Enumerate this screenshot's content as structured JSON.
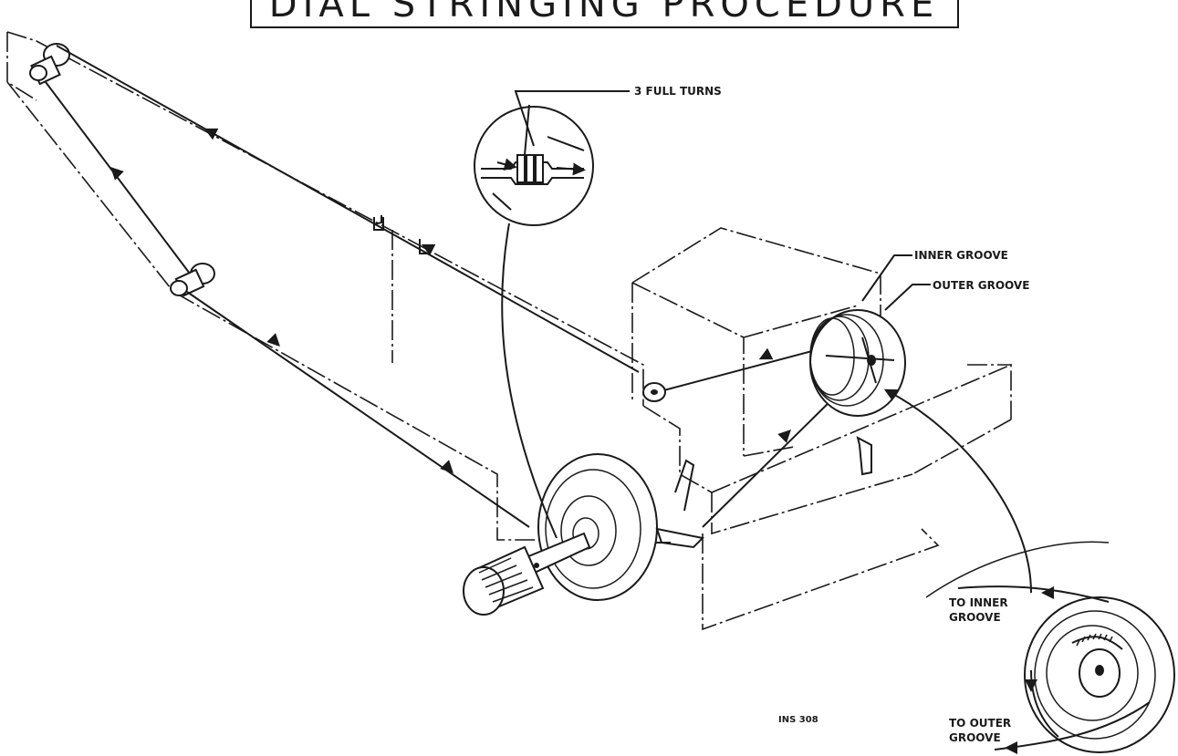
{
  "title": "DIAL STRINGING PROCEDURE",
  "callouts": {
    "three_full_turns": "3 FULL TURNS",
    "inner_groove": "INNER GROOVE",
    "outer_groove": "OUTER GROOVE",
    "to_inner_groove_line1": "TO INNER",
    "to_inner_groove_line2": "GROOVE",
    "to_outer_groove_line1": "TO OUTER",
    "to_outer_groove_line2": "GROOVE"
  },
  "figure_number": "INS 308",
  "colors": {
    "ink": "#1a1a1a",
    "paper": "#ffffff"
  }
}
